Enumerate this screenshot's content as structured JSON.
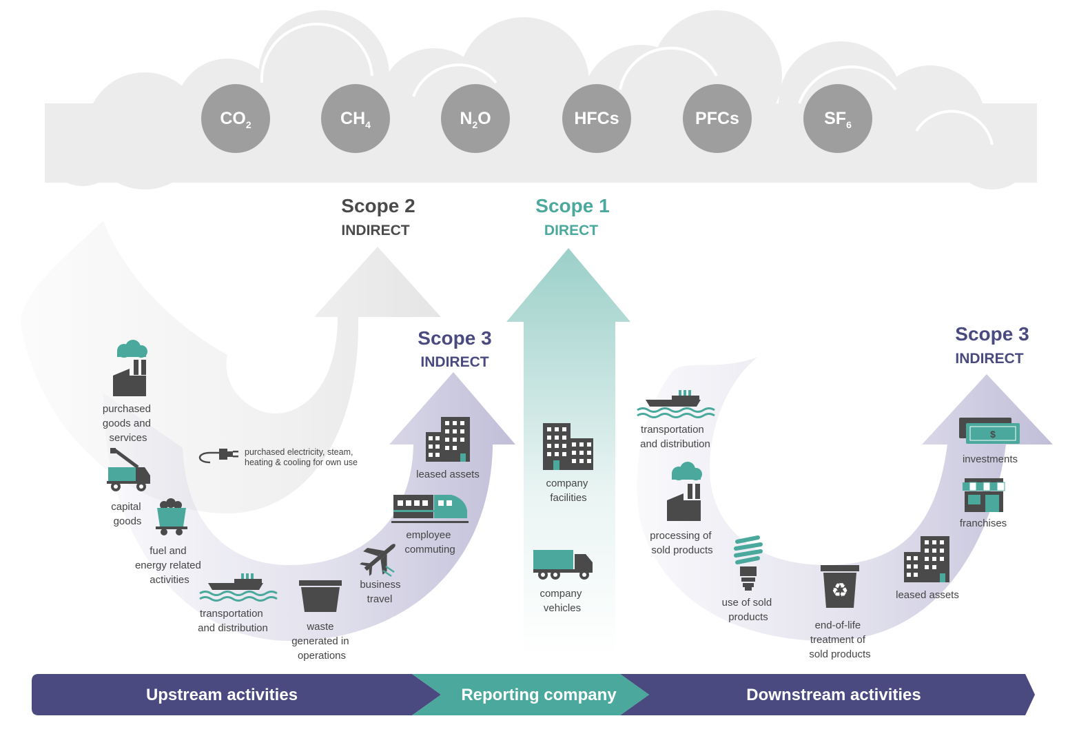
{
  "gases": [
    {
      "base": "CO",
      "sub": "2"
    },
    {
      "base": "CH",
      "sub": "4"
    },
    {
      "base": "N",
      "sub": "2",
      "tail": "O"
    },
    {
      "base": "HFCs",
      "sub": ""
    },
    {
      "base": "PFCs",
      "sub": ""
    },
    {
      "base": "SF",
      "sub": "6"
    }
  ],
  "scopes": {
    "scope2": {
      "title": "Scope 2",
      "subtitle": "INDIRECT"
    },
    "scope1": {
      "title": "Scope 1",
      "subtitle": "DIRECT"
    },
    "scope3_upstream": {
      "title": "Scope 3",
      "subtitle": "INDIRECT"
    },
    "scope3_downstream": {
      "title": "Scope 3",
      "subtitle": "INDIRECT"
    }
  },
  "upstream_items": {
    "purchased_goods": [
      "purchased",
      "goods and",
      "services"
    ],
    "capital_goods": [
      "capital",
      "goods"
    ],
    "fuel_energy": [
      "fuel and",
      "energy related",
      "activities"
    ],
    "transport": [
      "transportation",
      "and distribution"
    ],
    "waste": [
      "waste",
      "generated in",
      "operations"
    ],
    "business_travel": [
      "business",
      "travel"
    ],
    "employee_commuting": [
      "employee",
      "commuting"
    ],
    "leased_assets": [
      "leased assets"
    ],
    "purchased_electricity": [
      "purchased electricity, steam,",
      "heating & cooling for own use"
    ]
  },
  "company_items": {
    "facilities": [
      "company",
      "facilities"
    ],
    "vehicles": [
      "company",
      "vehicles"
    ]
  },
  "downstream_items": {
    "transport": [
      "transportation",
      "and distribution"
    ],
    "processing": [
      "processing of",
      "sold products"
    ],
    "use": [
      "use of sold",
      "products"
    ],
    "end_of_life": [
      "end-of-life",
      "treatment of",
      "sold products"
    ],
    "leased_assets": [
      "leased assets"
    ],
    "franchises": [
      "franchises"
    ],
    "investments": [
      "investments"
    ]
  },
  "bottom_bar": {
    "upstream": "Upstream activities",
    "reporting": "Reporting company",
    "downstream": "Downstream activities"
  },
  "colors": {
    "teal": "#4aa89c",
    "purple": "#4a4a80",
    "dark_gray": "#4a4a4a",
    "gas_circle": "#9e9e9e",
    "cloud": "#ececec"
  }
}
